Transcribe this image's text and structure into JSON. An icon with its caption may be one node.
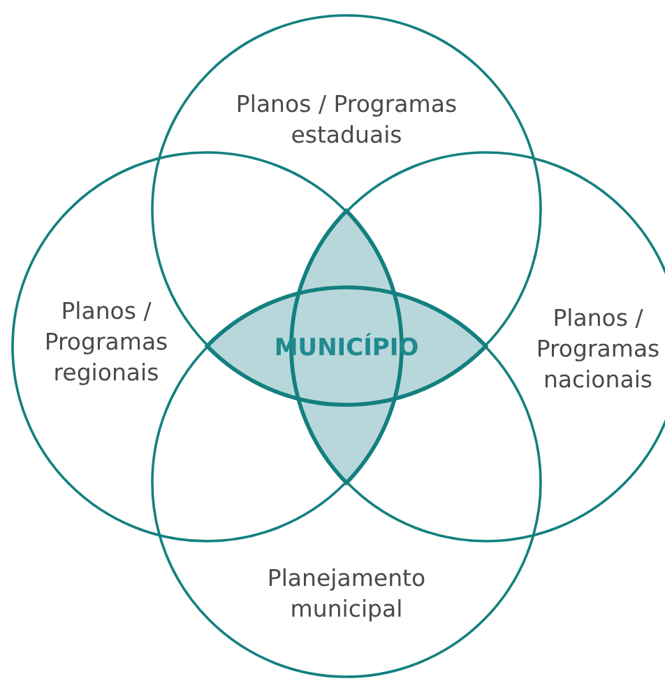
{
  "diagram": {
    "nodes": [
      {
        "text": [
          "Planos / Programas estaduais"
        ]
      },
      {
        "text": [
          "Planos / Programas regionais"
        ]
      },
      {
        "text": [
          "MUNICÍPIO"
        ]
      },
      {
        "text": [
          "Planos / Programas nacionais"
        ]
      },
      {
        "text": [
          "Planejamento municipal"
        ]
      }
    ],
    "edges": []
  }
}
